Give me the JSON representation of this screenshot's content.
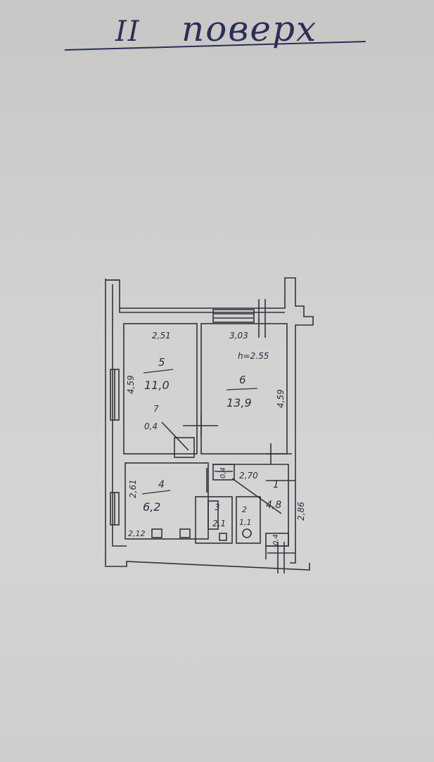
{
  "title": {
    "num": "II",
    "word": "поверх"
  },
  "height_note": "h=2.55",
  "rooms": [
    {
      "id": "5",
      "area": "11,0"
    },
    {
      "id": "6",
      "area": "13,9"
    },
    {
      "id": "7",
      "area": "0,4"
    },
    {
      "id": "4",
      "area": "6,2"
    },
    {
      "id": "3",
      "area": "2,1"
    },
    {
      "id": "2",
      "area": "1,1"
    },
    {
      "id": "1",
      "area": "4,8"
    }
  ],
  "dimensions": {
    "room5_width": "2,51",
    "room6_width": "3,03",
    "room5_length": "4,59",
    "room6_length": "4,59",
    "room4_width": "2,61",
    "room4_bottom": "2,12",
    "room1_width": "2,70",
    "right_side": "2,86",
    "small_a": "0,4",
    "small_b": "0,4"
  }
}
